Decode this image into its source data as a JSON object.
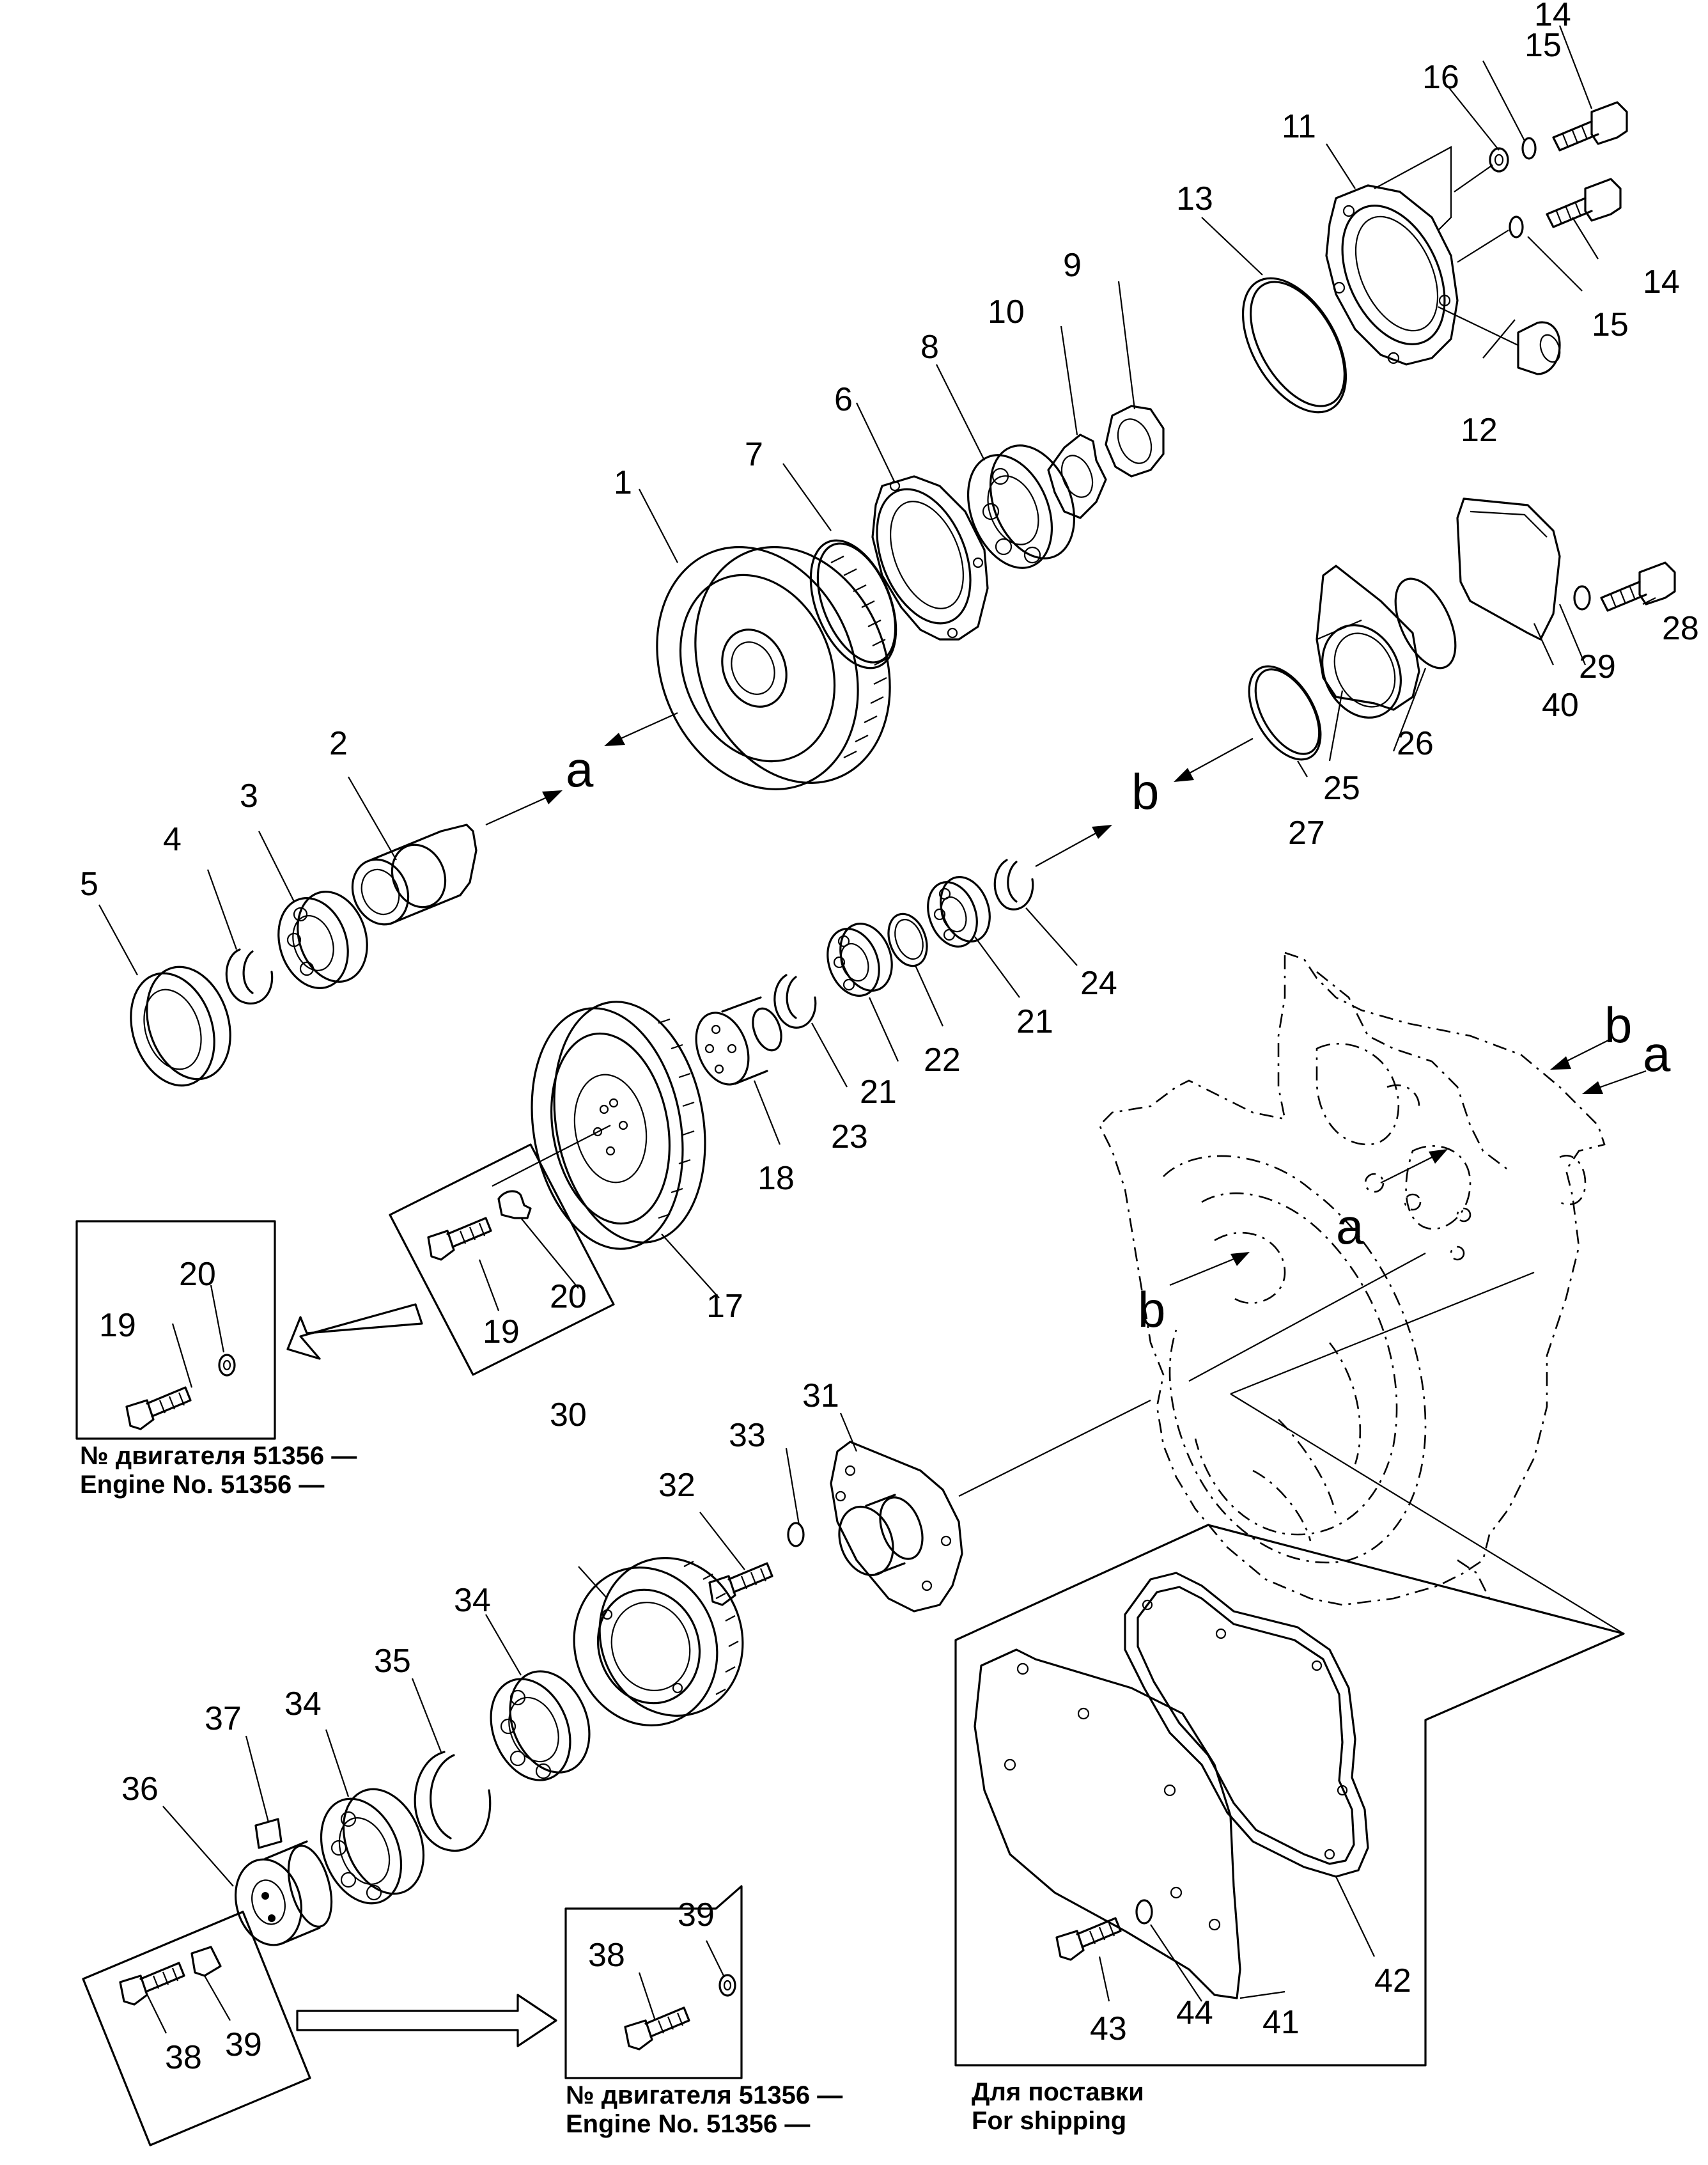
{
  "parts": [
    {
      "id": "p1",
      "n": "1"
    },
    {
      "id": "p2",
      "n": "2"
    },
    {
      "id": "p3",
      "n": "3"
    },
    {
      "id": "p4",
      "n": "4"
    },
    {
      "id": "p5",
      "n": "5"
    },
    {
      "id": "p6",
      "n": "6"
    },
    {
      "id": "p7",
      "n": "7"
    },
    {
      "id": "p8",
      "n": "8"
    },
    {
      "id": "p9",
      "n": "9"
    },
    {
      "id": "p10",
      "n": "10"
    },
    {
      "id": "p11",
      "n": "11"
    },
    {
      "id": "p12",
      "n": "12"
    },
    {
      "id": "p13",
      "n": "13"
    },
    {
      "id": "p14a",
      "n": "14"
    },
    {
      "id": "p14b",
      "n": "14"
    },
    {
      "id": "p15a",
      "n": "15"
    },
    {
      "id": "p15b",
      "n": "15"
    },
    {
      "id": "p16",
      "n": "16"
    },
    {
      "id": "p17",
      "n": "17"
    },
    {
      "id": "p18",
      "n": "18"
    },
    {
      "id": "p19a",
      "n": "19"
    },
    {
      "id": "p19b",
      "n": "19"
    },
    {
      "id": "p20a",
      "n": "20"
    },
    {
      "id": "p20b",
      "n": "20"
    },
    {
      "id": "p21a",
      "n": "21"
    },
    {
      "id": "p21b",
      "n": "21"
    },
    {
      "id": "p22",
      "n": "22"
    },
    {
      "id": "p23",
      "n": "23"
    },
    {
      "id": "p24",
      "n": "24"
    },
    {
      "id": "p25",
      "n": "25"
    },
    {
      "id": "p26",
      "n": "26"
    },
    {
      "id": "p27",
      "n": "27"
    },
    {
      "id": "p28",
      "n": "28"
    },
    {
      "id": "p29",
      "n": "29"
    },
    {
      "id": "p30",
      "n": "30"
    },
    {
      "id": "p31",
      "n": "31"
    },
    {
      "id": "p32",
      "n": "32"
    },
    {
      "id": "p33",
      "n": "33"
    },
    {
      "id": "p34a",
      "n": "34"
    },
    {
      "id": "p34b",
      "n": "34"
    },
    {
      "id": "p35",
      "n": "35"
    },
    {
      "id": "p36",
      "n": "36"
    },
    {
      "id": "p37",
      "n": "37"
    },
    {
      "id": "p38a",
      "n": "38"
    },
    {
      "id": "p38b",
      "n": "38"
    },
    {
      "id": "p39a",
      "n": "39"
    },
    {
      "id": "p39b",
      "n": "39"
    },
    {
      "id": "p40",
      "n": "40"
    },
    {
      "id": "p41",
      "n": "41"
    },
    {
      "id": "p42",
      "n": "42"
    },
    {
      "id": "p43",
      "n": "43"
    },
    {
      "id": "p44",
      "n": "44"
    }
  ],
  "letters": {
    "a": "a",
    "b": "b"
  },
  "notes": {
    "engine_ru": "№ двигателя 51356 —",
    "engine_en": "Engine No. 51356 —",
    "shipping_ru": "Для поставки",
    "shipping_en": "For shipping"
  }
}
